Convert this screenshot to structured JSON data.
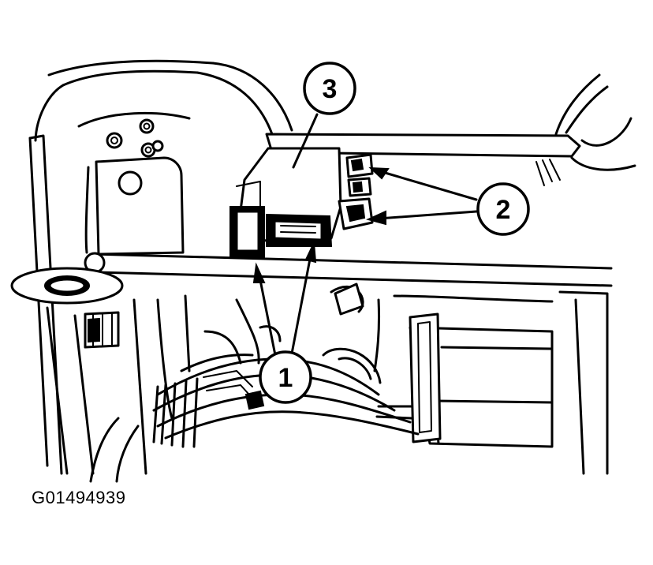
{
  "figure": {
    "id": "G01494939"
  },
  "callouts": [
    {
      "number": "1"
    },
    {
      "number": "2"
    },
    {
      "number": "3"
    }
  ]
}
